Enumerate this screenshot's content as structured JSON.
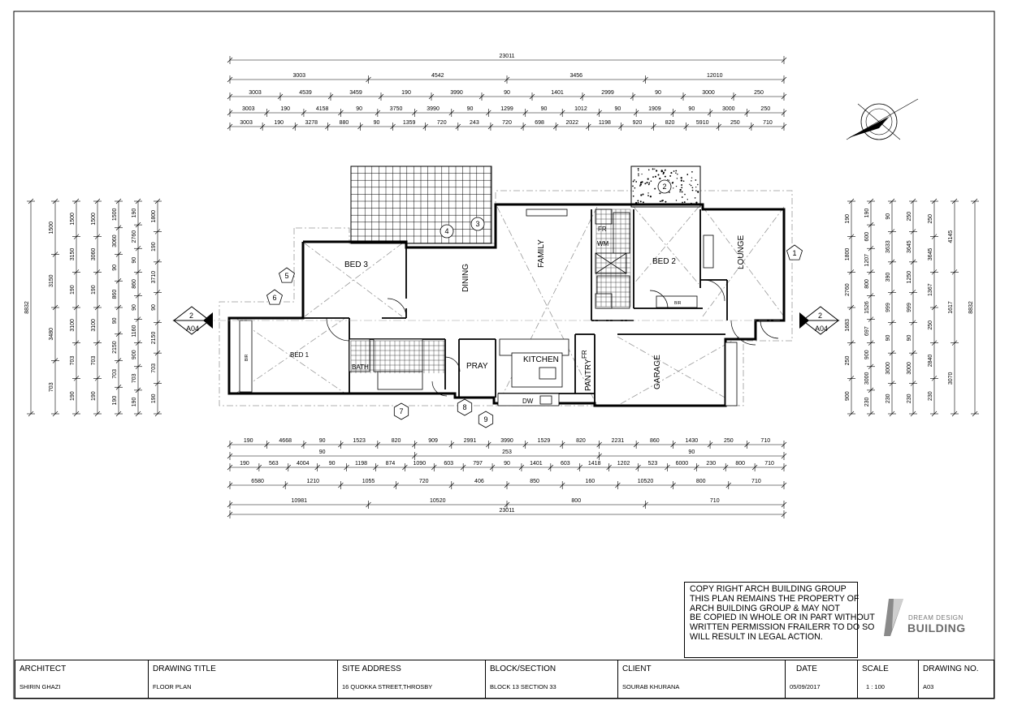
{
  "dims": {
    "top": [
      {
        "values": [
          "23011"
        ]
      },
      {
        "values": [
          "3003",
          "4542",
          "3456",
          "12010"
        ]
      },
      {
        "values": [
          "3003",
          "4539",
          "3459",
          "190",
          "3990",
          "90",
          "1401",
          "2999",
          "90",
          "3000",
          "250"
        ]
      },
      {
        "values": [
          "3003",
          "190",
          "4158",
          "90",
          "3750",
          "3990",
          "90",
          "1299",
          "90",
          "1012",
          "90",
          "1909",
          "90",
          "3000",
          "250"
        ]
      },
      {
        "values": [
          "3003",
          "190",
          "3278",
          "880",
          "90",
          "1359",
          "720",
          "243",
          "720",
          "698",
          "2022",
          "1198",
          "920",
          "820",
          "5910",
          "250",
          "710"
        ]
      }
    ],
    "bottom": [
      {
        "values": [
          "190",
          "4668",
          "90",
          "1523",
          "820",
          "909",
          "2991",
          "3990",
          "1529",
          "820",
          "2231",
          "860",
          "1430",
          "250",
          "710"
        ]
      },
      {
        "values": [
          "90",
          "253",
          "90"
        ]
      },
      {
        "values": [
          "190",
          "563",
          "4004",
          "90",
          "1198",
          "874",
          "1090",
          "603",
          "797",
          "90",
          "1401",
          "603",
          "1418",
          "1202",
          "523",
          "6000",
          "230",
          "800",
          "710"
        ]
      },
      {
        "values": [
          "6580",
          "1210",
          "1055",
          "720",
          "406",
          "850",
          "160",
          "10520",
          "800",
          "710"
        ]
      },
      {
        "values": [
          "10981",
          "10520",
          "800",
          "710"
        ]
      },
      {
        "values": [
          "23011"
        ]
      }
    ],
    "left": [
      {
        "values": [
          "8832"
        ]
      },
      {
        "values": [
          "1500",
          "3150",
          "3480",
          "703"
        ]
      },
      {
        "values": [
          "1500",
          "3150",
          "190",
          "3100",
          "703",
          "190"
        ]
      },
      {
        "values": [
          "1500",
          "3060",
          "190",
          "3100",
          "703",
          "190"
        ]
      },
      {
        "values": [
          "1500",
          "3060",
          "90",
          "860",
          "90",
          "2150",
          "703",
          "190"
        ]
      },
      {
        "values": [
          "190",
          "2760",
          "90",
          "860",
          "90",
          "1160",
          "900",
          "703",
          "190"
        ]
      },
      {
        "values": [
          "1800",
          "190",
          "3710",
          "90",
          "2150",
          "703",
          "190"
        ]
      }
    ],
    "right": [
      {
        "values": [
          "190",
          "1800",
          "2760",
          "1683",
          "250",
          "900"
        ]
      },
      {
        "values": [
          "190",
          "600",
          "1207",
          "800",
          "1526",
          "697",
          "900",
          "3000",
          "230"
        ]
      },
      {
        "values": [
          "90",
          "3633",
          "390",
          "999",
          "90",
          "3000",
          "230"
        ]
      },
      {
        "values": [
          "250",
          "3645",
          "1250",
          "999",
          "90",
          "3000",
          "230"
        ]
      },
      {
        "values": [
          "250",
          "3645",
          "1367",
          "250",
          "2840",
          "230"
        ]
      },
      {
        "values": [
          "4145",
          "1617",
          "3070"
        ]
      },
      {
        "values": [
          "8832"
        ]
      }
    ]
  },
  "rooms": {
    "bed3": "BED 3",
    "dining": "DINING",
    "family": "FAMILY",
    "bed2": "BED 2",
    "lounge": "LOUNGE",
    "bed1": "BED 1",
    "bath": "BATH",
    "pray": "PRAY",
    "kitchen": "KITCHEN",
    "pantry": "PANTRY",
    "garage": "GARAGE",
    "fr_top": "FR",
    "wm": "WM",
    "fr_kitchen": "FR",
    "dw": "DW",
    "bir_bed1": "BIR",
    "wir_bed2": "BIR"
  },
  "tags": [
    "1",
    "2",
    "3",
    "4",
    "5",
    "6",
    "7",
    "8",
    "9"
  ],
  "section_markers": {
    "number": "2",
    "sheet": "A04"
  },
  "notice_lines": [
    "COPY RIGHT ARCH BUILDING GROUP",
    "THIS PLAN REMAINS THE PROPERTY OF",
    "ARCH BUILDING GROUP & MAY NOT",
    "BE COPIED IN WHOLE OR IN PART WITHOUT",
    "WRITTEN PERMISSION FRAILERR TO DO SO",
    "WILL RESULT IN LEGAL ACTION."
  ],
  "logo": {
    "top": "DREAM DESIGN",
    "main": "BUILDING"
  },
  "title_block": [
    {
      "label": "ARCHITECT",
      "value": "SHIRIN GHAZI"
    },
    {
      "label": "DRAWING TITLE",
      "value": "FLOOR PLAN"
    },
    {
      "label": "SITE ADDRESS",
      "value": "16 QUOKKA STREET,THROSBY"
    },
    {
      "label": "BLOCK/SECTION",
      "value": "BLOCK 13 SECTION 33"
    },
    {
      "label": "CLIENT",
      "value": "SOURAB KHURANA"
    },
    {
      "label": "DATE",
      "value": "05/09/2017"
    },
    {
      "label": "SCALE",
      "value": "1 : 100"
    },
    {
      "label": "DRAWING NO.",
      "value": "A03"
    }
  ]
}
